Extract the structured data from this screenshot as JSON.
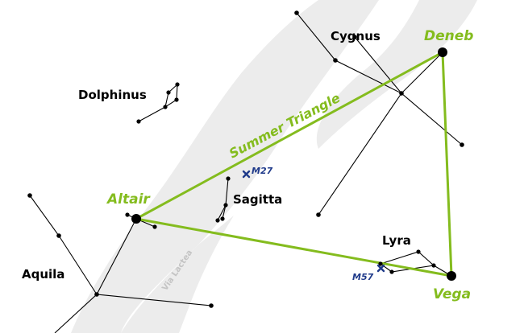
{
  "labels": {
    "cygnus": "Cygnus",
    "dolphinus": "Dolphinus",
    "sagitta": "Sagitta",
    "aquila": "Aquila",
    "lyra": "Lyra",
    "deneb": "Deneb",
    "altair": "Altair",
    "vega": "Vega",
    "summer_triangle": "Summer Triangle",
    "m27": "M27",
    "m57": "M57",
    "milky_way": "Via Lactea"
  },
  "colors": {
    "triangle": "#84bc1e",
    "deep_sky_object": "#1f3a8a",
    "milky_way": "#ececec",
    "constellation_line": "#000000"
  },
  "icons": {
    "deep_sky_marker": "x-cross-icon",
    "star": "dot-icon"
  }
}
